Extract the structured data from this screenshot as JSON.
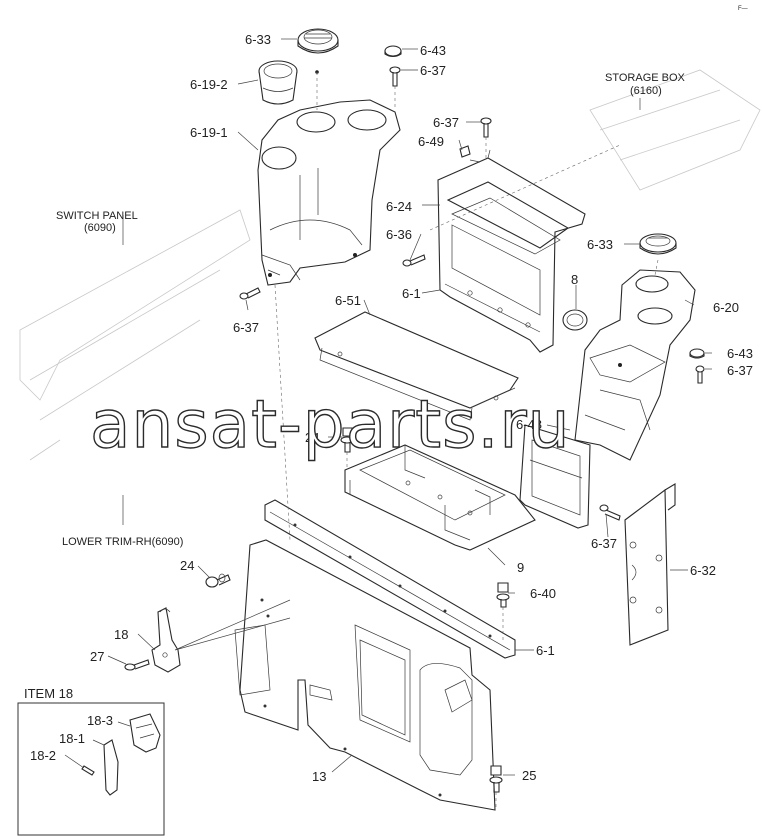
{
  "watermark": "ansat-parts.ru",
  "corner_mark": "F—",
  "refs": {
    "storage_box": "STORAGE BOX",
    "storage_box_code": "(6160)",
    "switch_panel": "SWITCH PANEL",
    "switch_panel_code": "(6090)",
    "lower_trim": "LOWER TRIM-RH(6090)"
  },
  "inset": {
    "title": "ITEM 18"
  },
  "callouts": {
    "c6_33a": "6-33",
    "c6_43a": "6-43",
    "c6_37a": "6-37",
    "c6_19_2": "6-19-2",
    "c6_19_1": "6-19-1",
    "c6_37b": "6-37",
    "c6_49": "6-49",
    "c6_24": "6-24",
    "c6_36": "6-36",
    "c6_1a": "6-1",
    "c6_33b": "6-33",
    "c8": "8",
    "c6_20": "6-20",
    "c6_37c": "6-37",
    "c6_51": "6-51",
    "c6_43b": "6-43",
    "c6_37d": "6-37",
    "c6_48": "6-48",
    "c24a": "24",
    "c24b": "24",
    "c9": "9",
    "c6_37e": "6-37",
    "c6_32": "6-32",
    "c6_40": "6-40",
    "c6_1b": "6-1",
    "c18": "18",
    "c27": "27",
    "c13": "13",
    "c25": "25",
    "c18_3": "18-3",
    "c18_1": "18-1",
    "c18_2": "18-2"
  }
}
